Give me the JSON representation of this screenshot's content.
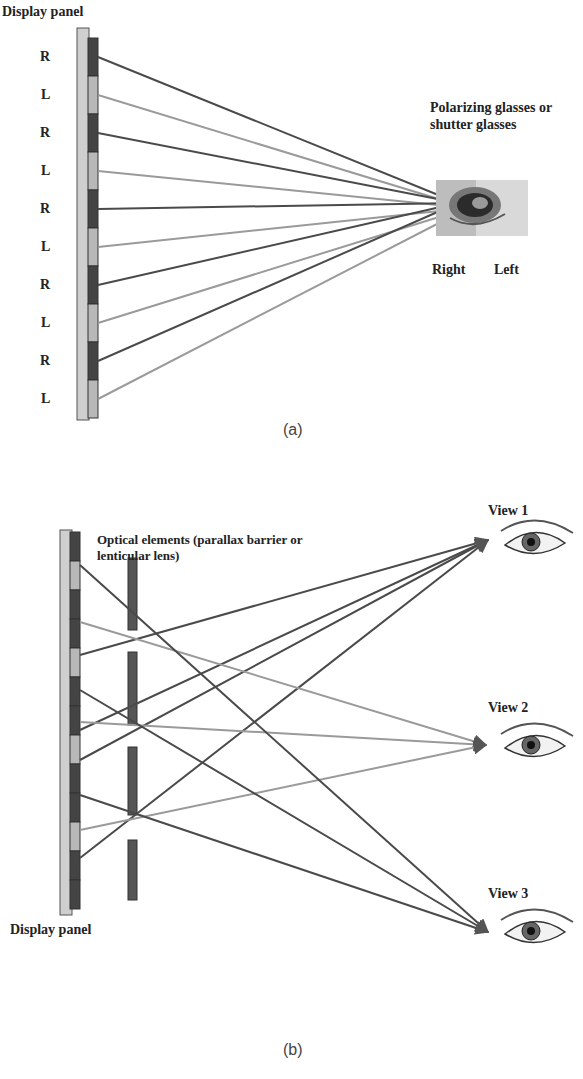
{
  "diagram": {
    "labels": [
      "Display panel",
      "R",
      "L",
      "R",
      "L",
      "R",
      "L",
      "R",
      "L",
      "R",
      "L",
      "Polarizing glasses or shutter glasses",
      "Right",
      "Left",
      "(a)",
      "Optical elements (parallax barrier or lenticular lens)",
      "View 1",
      "View 2",
      "View 3",
      "Display panel",
      "(b)"
    ]
  }
}
